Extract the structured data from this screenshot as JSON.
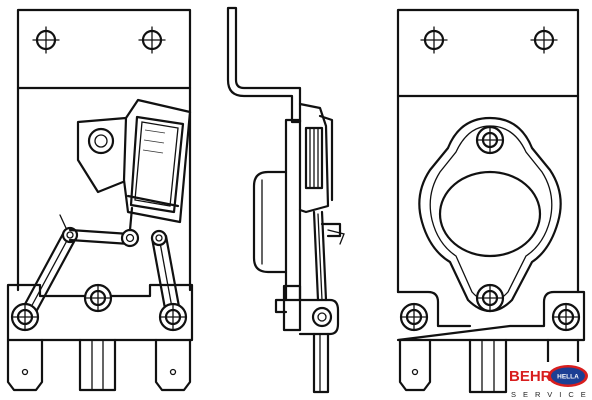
{
  "diagram": {
    "views": [
      "front-view",
      "side-view",
      "rear-view"
    ]
  },
  "logo": {
    "brand1": "BEHR",
    "brand2": "HELLA",
    "tagline": "SERVICE",
    "color": "#d81e1e",
    "hella_blue": "#1c3f94"
  }
}
